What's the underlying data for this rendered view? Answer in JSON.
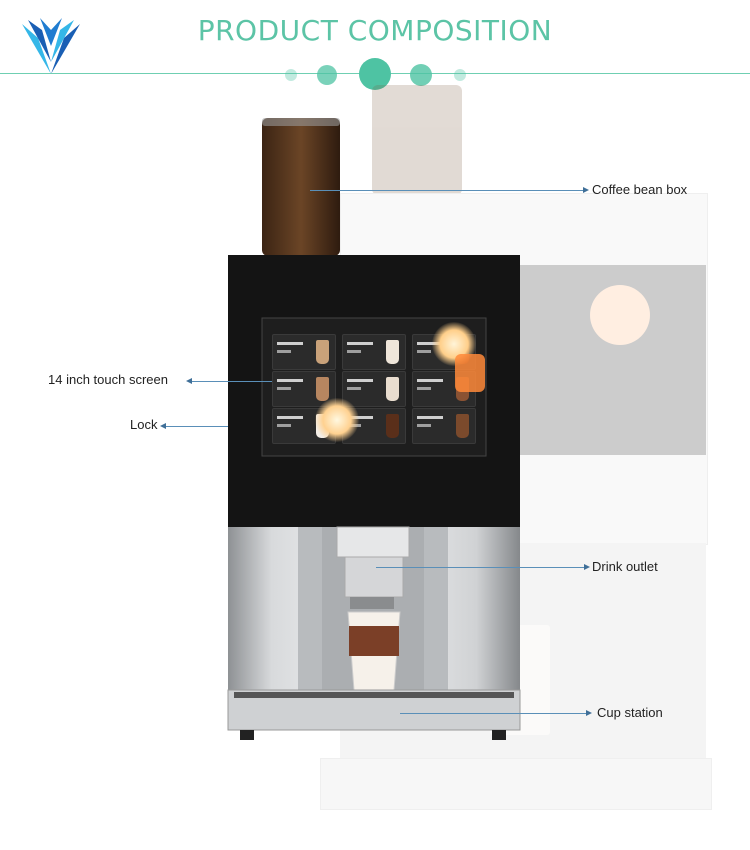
{
  "header": {
    "title": "PRODUCT COMPOSITION"
  },
  "callouts": {
    "coffee_bean_box": "Coffee bean box",
    "touch_screen": "14 inch touch screen",
    "lock": "Lock",
    "drink_outlet": "Drink outlet",
    "cup_station": "Cup station"
  },
  "colors": {
    "accent": "#4ec3a3",
    "title": "#5cc4a6",
    "logo_blue": "#1a5fb4",
    "logo_cyan": "#35b7e8",
    "leader_line": "#5a8fb8"
  },
  "icons": {
    "logo": "brand-v-wing-logo"
  }
}
